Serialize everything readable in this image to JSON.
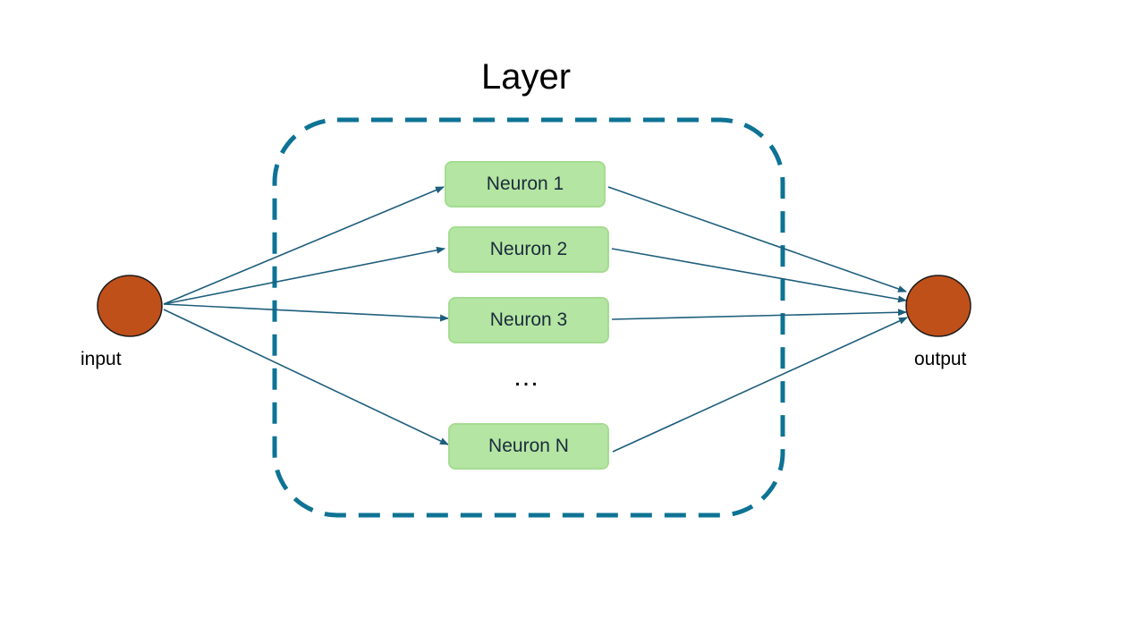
{
  "title": "Layer",
  "neurons": [
    {
      "label": "Neuron 1"
    },
    {
      "label": "Neuron 2"
    },
    {
      "label": "Neuron 3"
    },
    {
      "label": "Neuron N"
    }
  ],
  "ellipsis": "…",
  "input_label": "input",
  "output_label": "output",
  "colors": {
    "node_fill": "#c0501a",
    "node_stroke": "#1b1b1b",
    "neuron_fill": "#b4e5a2",
    "layer_border": "#0e7394",
    "arrow": "#1d5e7c"
  }
}
